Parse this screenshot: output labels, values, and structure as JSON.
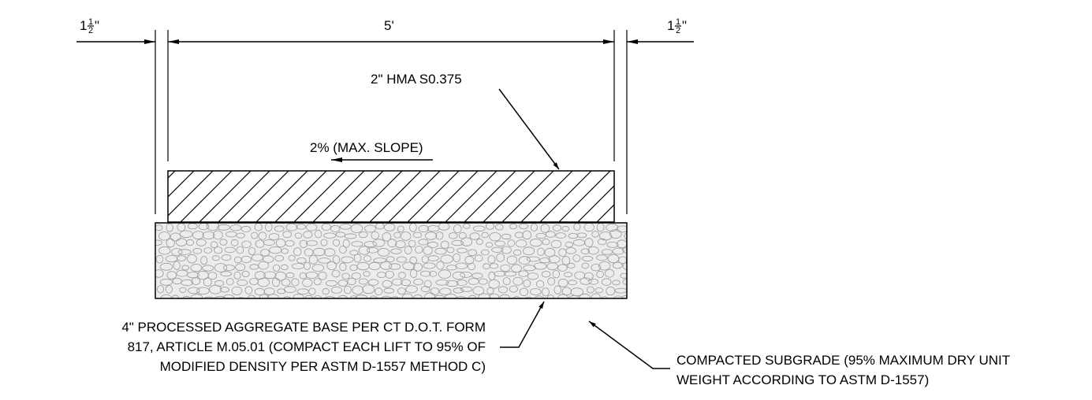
{
  "dimensions": {
    "left_offset": {
      "whole": "1",
      "numerator": "1",
      "denominator": "2",
      "unit": "\""
    },
    "width": "5'",
    "right_offset": {
      "whole": "1",
      "numerator": "1",
      "denominator": "2",
      "unit": "\""
    }
  },
  "labels": {
    "hma": "2\" HMA S0.375",
    "slope": "2% (MAX. SLOPE)",
    "aggregate_base": [
      "4\" PROCESSED AGGREGATE BASE PER CT D.O.T. FORM",
      "817, ARTICLE M.05.01 (COMPACT EACH LIFT TO 95% OF",
      "MODIFIED DENSITY PER ASTM D-1557 METHOD C)"
    ],
    "subgrade": [
      "COMPACTED SUBGRADE (95% MAXIMUM DRY UNIT",
      "WEIGHT ACCORDING TO ASTM D-1557)"
    ]
  },
  "colors": {
    "line": "#000000",
    "aggregate_fill": "#ececec",
    "aggregate_pebble": "#9a9a9a"
  }
}
